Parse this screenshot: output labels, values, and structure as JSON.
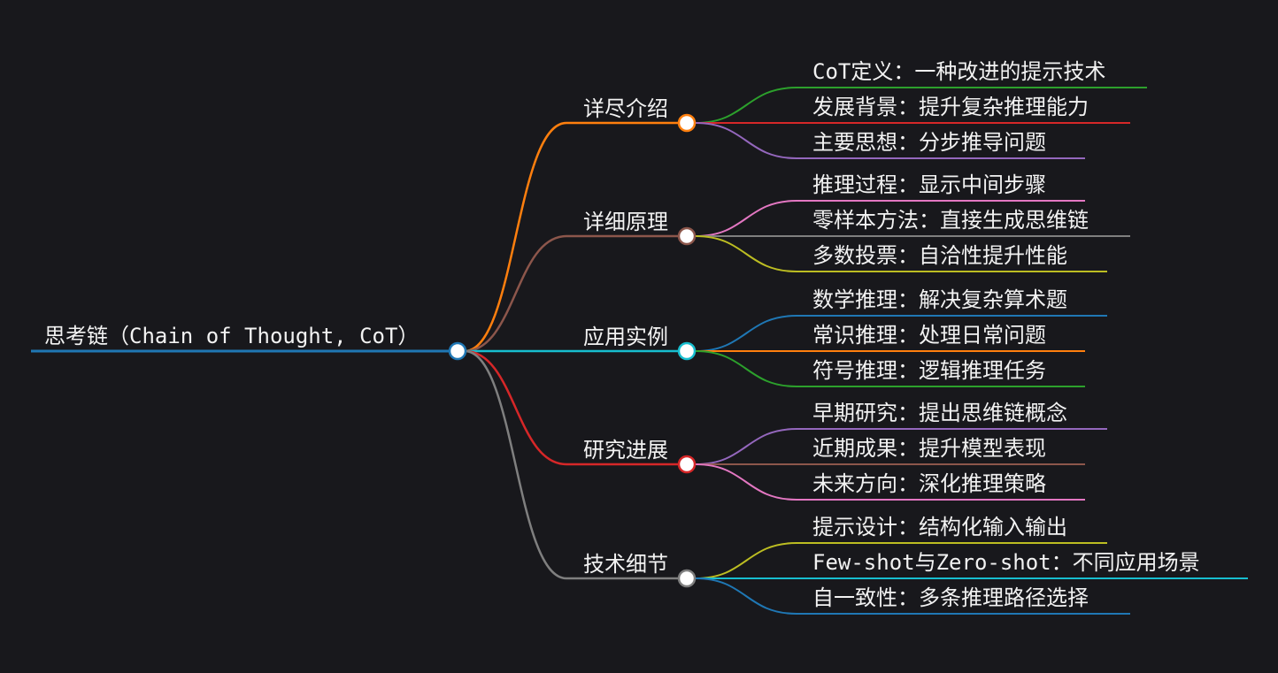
{
  "root": {
    "label": "思考链（Chain of Thought, CoT）",
    "color": "#1f77b4"
  },
  "branches": [
    {
      "label": "详尽介绍",
      "color": "#ff7f0e",
      "leaves": [
        {
          "label": "CoT定义：一种改进的提示技术",
          "color": "#2ca02c"
        },
        {
          "label": "发展背景：提升复杂推理能力",
          "color": "#d62728"
        },
        {
          "label": "主要思想：分步推导问题",
          "color": "#9467bd"
        }
      ]
    },
    {
      "label": "详细原理",
      "color": "#8c564b",
      "leaves": [
        {
          "label": "推理过程：显示中间步骤",
          "color": "#e377c2"
        },
        {
          "label": "零样本方法：直接生成思维链",
          "color": "#7f7f7f"
        },
        {
          "label": "多数投票：自洽性提升性能",
          "color": "#bcbd22"
        }
      ]
    },
    {
      "label": "应用实例",
      "color": "#17becf",
      "leaves": [
        {
          "label": "数学推理：解决复杂算术题",
          "color": "#1f77b4"
        },
        {
          "label": "常识推理：处理日常问题",
          "color": "#ff7f0e"
        },
        {
          "label": "符号推理：逻辑推理任务",
          "color": "#2ca02c"
        }
      ]
    },
    {
      "label": "研究进展",
      "color": "#d62728",
      "leaves": [
        {
          "label": "早期研究：提出思维链概念",
          "color": "#9467bd"
        },
        {
          "label": "近期成果：提升模型表现",
          "color": "#8c564b"
        },
        {
          "label": "未来方向：深化推理策略",
          "color": "#e377c2"
        }
      ]
    },
    {
      "label": "技术细节",
      "color": "#7f7f7f",
      "leaves": [
        {
          "label": "提示设计：结构化输入输出",
          "color": "#bcbd22"
        },
        {
          "label": "Few-shot与Zero-shot：不同应用场景",
          "color": "#17becf"
        },
        {
          "label": "自一致性：多条推理路径选择",
          "color": "#1f77b4"
        }
      ]
    }
  ]
}
